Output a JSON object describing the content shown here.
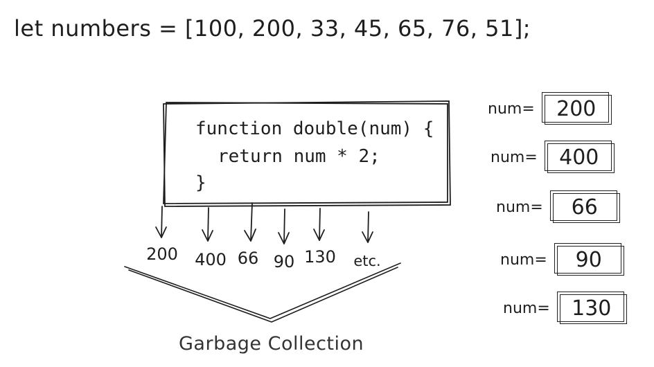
{
  "array_declaration": "let numbers = [100, 200, 33, 45, 65, 76, 51];",
  "function": {
    "line1": "function double(num) {",
    "line2": "return num * 2;",
    "line3": "}"
  },
  "outputs": [
    "200",
    "400",
    "66",
    "90",
    "130",
    "etc."
  ],
  "garbage_collection_label": "Garbage Collection",
  "num_label": "num=",
  "num_values": [
    "200",
    "400",
    "66",
    "90",
    "130"
  ],
  "colors": {
    "stroke": "#1e1e1e",
    "background": "#ffffff"
  }
}
